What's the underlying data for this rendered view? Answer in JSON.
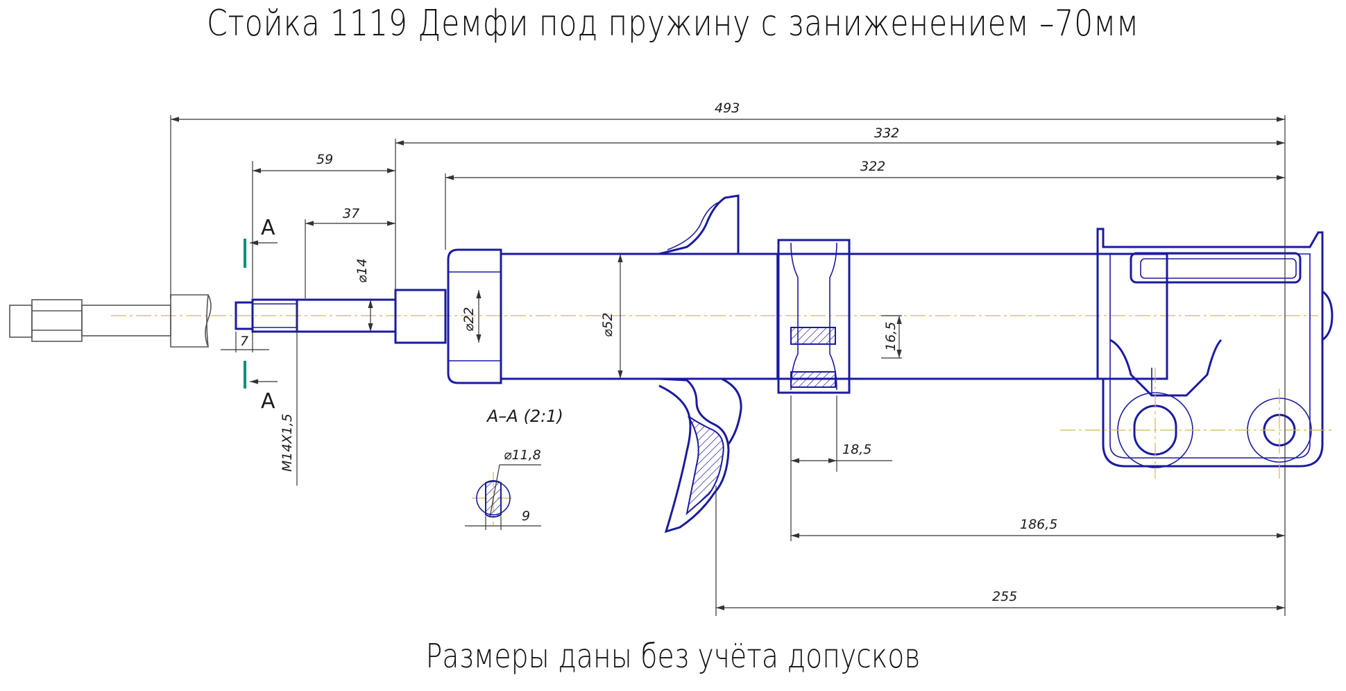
{
  "title": "Стойка 1119 Демфи под пружину с заниженением –70мм",
  "footer": "Размеры даны без учёта допусков",
  "section_marks": {
    "top": "A",
    "bottom": "A"
  },
  "section_view_label": "А–А (2:1)",
  "dimensions": {
    "overall": "493",
    "body_to_end": "332",
    "tube_length": "322",
    "rod_length": "59",
    "thread_length": "37",
    "rod_diameter": "⌀14",
    "thread": "M14X1,5",
    "chamfer": "7",
    "collar_diameter": "⌀22",
    "tube_diameter": "⌀52",
    "bracket_offset": "16,5",
    "ring_width": "18,5",
    "ring_to_end": "186,5",
    "cup_to_end": "255",
    "section_diameter": "⌀11,8",
    "section_flat": "9"
  },
  "colors": {
    "part": "#1a1aa0",
    "axis": "#d4b84a",
    "cut_mark": "#0a8f7a"
  }
}
